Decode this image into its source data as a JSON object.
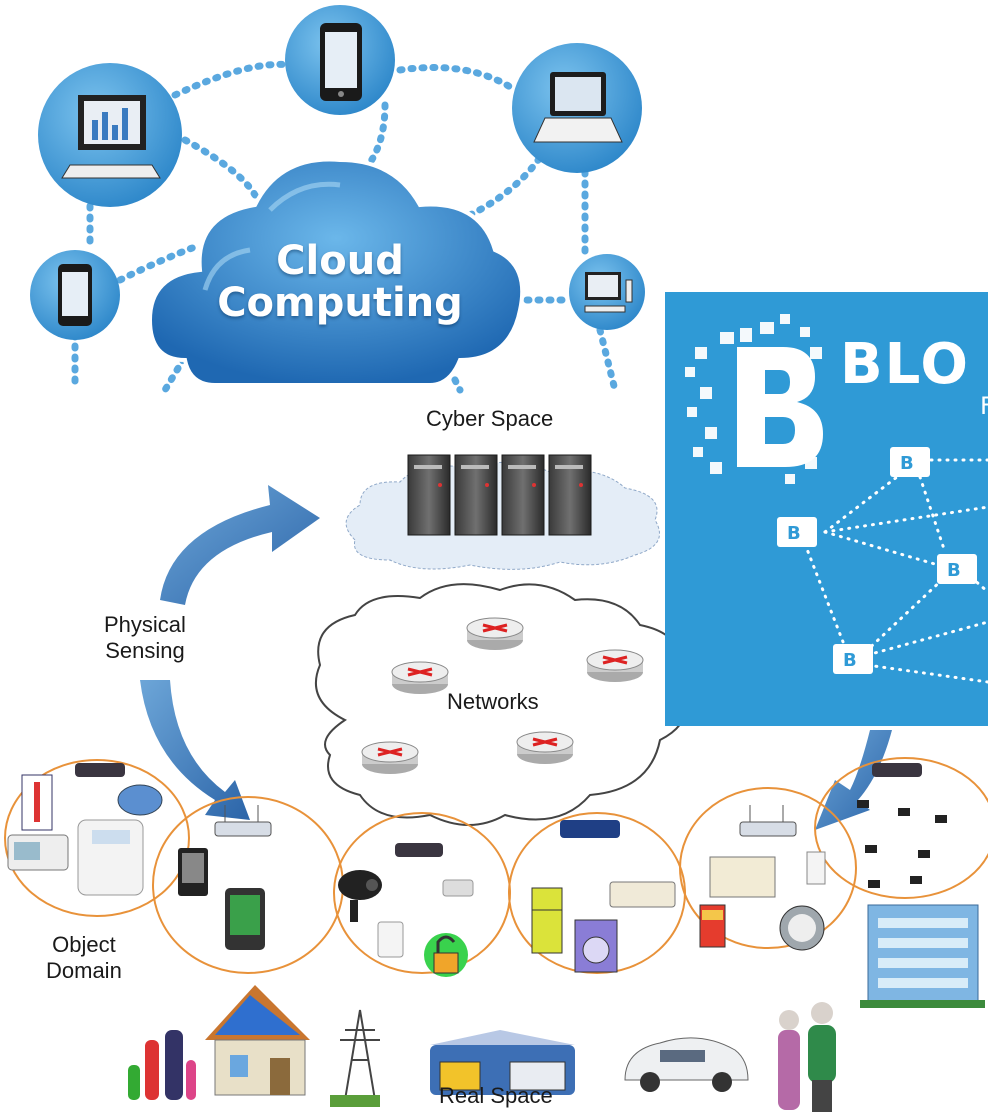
{
  "cloud_computing": {
    "title_line1": "Cloud",
    "title_line2": "Computing",
    "cloud_color": "#2f7fc8",
    "node_color": "#4aa3dc"
  },
  "cps": {
    "cyber_space": "Cyber Space",
    "networks": "Networks",
    "physical_sensing_line1": "Physical",
    "physical_sensing_line2": "Sensing",
    "object_domain_line1": "Object",
    "object_domain_line2": "Domain",
    "real_space": "Real Space"
  },
  "blockchain": {
    "title": "BLO",
    "subtitle": "F",
    "panel_color": "#2f9ad6"
  },
  "icons": [
    "desktop-monitor-icon",
    "phone-icon",
    "laptop-icon",
    "tablet-icon",
    "server-icon",
    "router-icon",
    "thermometer-icon",
    "camera-icon",
    "lock-icon",
    "fridge-icon",
    "washing-machine-icon",
    "meter-icon",
    "house-icon",
    "pylon-icon",
    "car-icon",
    "building-icon",
    "family-icon",
    "elderly-couple-icon",
    "wallet-icon"
  ]
}
